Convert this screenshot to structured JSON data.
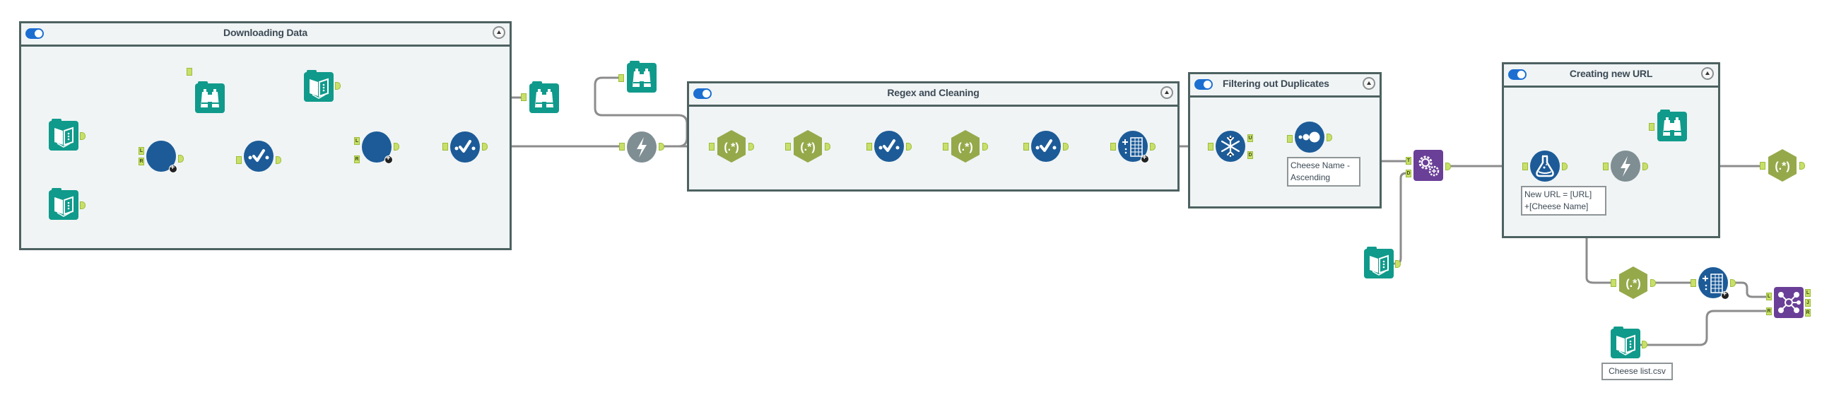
{
  "canvas": {
    "colors": {
      "container_bg": "#f0f4f5",
      "container_border": "#4d6261",
      "input_tool": "#109a8b",
      "browse_tool": "#109a8b",
      "blue_tool": "#1c5b98",
      "gray_tool": "#7e8e93",
      "regex_tool": "#95a94a",
      "purple_tool": "#6a3f97",
      "anchor": "#c8e06a",
      "wire": "#8c8c8c",
      "toggle": "#1c6fd1"
    },
    "containers": [
      {
        "id": "downloading-data",
        "title": "Downloading Data",
        "enabled": true
      },
      {
        "id": "regex-and-cleaning",
        "title": "Regex and Cleaning",
        "enabled": true
      },
      {
        "id": "filtering-out-duplicates",
        "title": "Filtering out Duplicates",
        "enabled": true
      },
      {
        "id": "creating-new-url",
        "title": "Creating new URL",
        "enabled": true
      }
    ],
    "tools": {
      "input_1": {
        "type": "input-data",
        "icon": "book-icon"
      },
      "input_2": {
        "type": "input-data",
        "icon": "book-icon"
      },
      "input_3": {
        "type": "input-data",
        "icon": "book-icon"
      },
      "input_4": {
        "type": "input-data",
        "icon": "book-icon"
      },
      "input_5": {
        "type": "input-data",
        "icon": "book-icon",
        "annotation": "Cheese list.csv"
      },
      "download_1": {
        "type": "download",
        "icon": "download-icon",
        "inputs": [
          "L",
          "R"
        ]
      },
      "download_2": {
        "type": "download",
        "icon": "download-icon",
        "inputs": [
          "L",
          "R"
        ]
      },
      "browse_1": {
        "type": "browse",
        "icon": "binoculars-icon"
      },
      "browse_2": {
        "type": "browse",
        "icon": "binoculars-icon"
      },
      "browse_3": {
        "type": "browse",
        "icon": "binoculars-icon"
      },
      "browse_4": {
        "type": "browse",
        "icon": "binoculars-icon"
      },
      "select_1": {
        "type": "select",
        "icon": "select-check-icon"
      },
      "select_2": {
        "type": "select",
        "icon": "select-check-icon"
      },
      "select_3": {
        "type": "select",
        "icon": "select-check-icon"
      },
      "select_4": {
        "type": "select",
        "icon": "select-check-icon"
      },
      "dynamic_1": {
        "type": "dynamic-input",
        "icon": "lightning-icon"
      },
      "dynamic_2": {
        "type": "dynamic-input",
        "icon": "lightning-icon"
      },
      "regex_1": {
        "type": "regex",
        "icon": "regex-icon",
        "glyph": "(.*)"
      },
      "regex_2": {
        "type": "regex",
        "icon": "regex-icon",
        "glyph": "(.*)"
      },
      "regex_3": {
        "type": "regex",
        "icon": "regex-icon",
        "glyph": "(.*)"
      },
      "regex_4": {
        "type": "regex",
        "icon": "regex-icon",
        "glyph": "(.*)"
      },
      "regex_5": {
        "type": "regex",
        "icon": "regex-icon",
        "glyph": "(.*)"
      },
      "text_to_columns_1": {
        "type": "text-to-columns",
        "icon": "text-to-columns-icon"
      },
      "text_to_columns_2": {
        "type": "text-to-columns",
        "icon": "text-to-columns-icon"
      },
      "unique_1": {
        "type": "unique",
        "icon": "snowflake-icon",
        "outputs": [
          "U",
          "D"
        ]
      },
      "sort_1": {
        "type": "sort",
        "icon": "sort-dots-icon",
        "annotation_line1": "Cheese Name -",
        "annotation_line2": "Ascending"
      },
      "macro_1": {
        "type": "batch-macro",
        "icon": "gears-icon",
        "inputs": [
          "T",
          "D"
        ]
      },
      "formula_1": {
        "type": "formula",
        "icon": "flask-icon",
        "annotation_line1": "New URL = [URL]",
        "annotation_line2": "+[Cheese Name]"
      },
      "join_1": {
        "type": "join",
        "icon": "join-icon",
        "inputs": [
          "L",
          "R"
        ],
        "outputs": [
          "L",
          "J",
          "R"
        ]
      }
    }
  }
}
